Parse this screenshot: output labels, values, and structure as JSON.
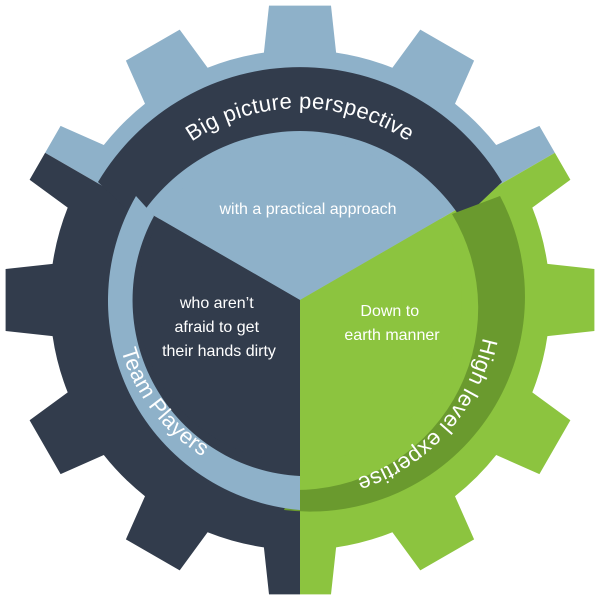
{
  "segments": [
    {
      "id": "top",
      "arc_label": "Big picture perspective",
      "inner_lines": [
        "with a practical approach"
      ],
      "color": "#8eb1c9"
    },
    {
      "id": "right",
      "arc_label": "High level expertise",
      "inner_lines": [
        "Down to",
        "earth manner"
      ],
      "color": "#8cc43f"
    },
    {
      "id": "left",
      "arc_label": "Team Players",
      "inner_lines": [
        "who aren’t",
        "afraid to get",
        "their hands dirty"
      ],
      "color": "#323c4c"
    }
  ],
  "colors": {
    "blue": "#8eb1c9",
    "green": "#8cc43f",
    "dark": "#323c4c",
    "green_band": "#6a9a2e"
  }
}
